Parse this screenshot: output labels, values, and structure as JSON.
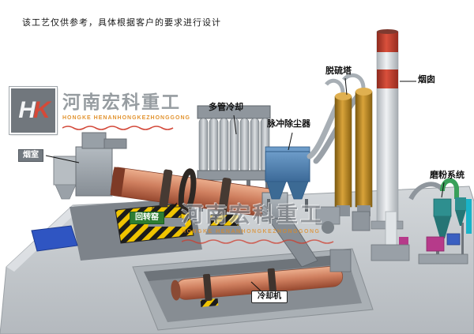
{
  "disclaimer": "该工艺仅供参考，具体根据客户的要求进行设计",
  "logo": {
    "monogram_h": "H",
    "monogram_k": "K",
    "name_cn": "河南宏科重工",
    "name_en": "HONGKE HENANHONGKEZHONGGONG"
  },
  "watermark": {
    "name_cn": "河南宏科重工",
    "name_en": "HONGKE HENANHONGKEZHONGGONG"
  },
  "equipment_labels": {
    "smoke_chamber": "烟室",
    "rotary_kiln": "回转窑",
    "multi_tube_cooler": "多管冷却",
    "pulse_dust_collector": "脉冲除尘器",
    "desulfurization_tower": "脱硫塔",
    "chimney": "烟囱",
    "grinding_system": "磨粉系统",
    "cooling_machine": "冷却机"
  },
  "colors": {
    "kiln_body": "#cf7f5f",
    "dust_collector_blue": "#4f7fae",
    "desulfurization_tower_amber": "#d9a33a",
    "chimney_band_red": "#bf3a2b",
    "kiln_label_green": "#2e7d32",
    "watermark_orange": "#e08a1e",
    "hazard_yellow": "#f0c400",
    "ground_gray": "#c3c8cc"
  }
}
